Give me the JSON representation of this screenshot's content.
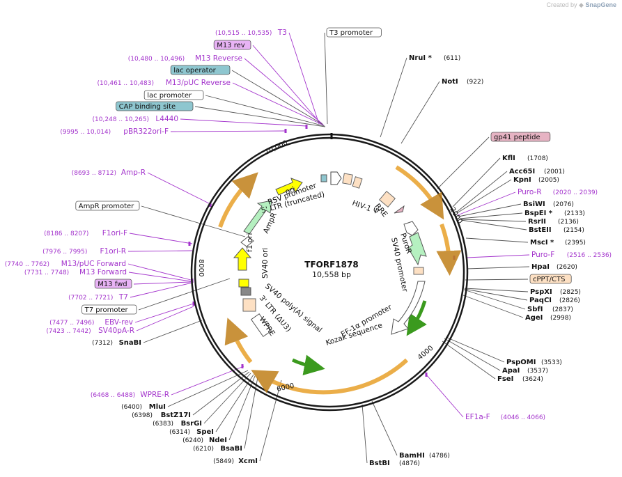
{
  "credit": {
    "text": "Created by",
    "brand": "SnapGene"
  },
  "plasmid": {
    "name": "TFORF1878",
    "size_label": "10,558 bp",
    "length": 10558
  },
  "ring_ticks": [
    "2000",
    "4000",
    "6000",
    "8000",
    "10,000"
  ],
  "features": [
    {
      "label": "RSV promoter",
      "kind": "promoter"
    },
    {
      "label": "5' LTR (truncated)",
      "kind": "ltr"
    },
    {
      "label": "HIV-1 Ψ",
      "kind": "misc"
    },
    {
      "label": "RRE",
      "kind": "misc"
    },
    {
      "label": "PuroR",
      "kind": "cds"
    },
    {
      "label": "SV40 promoter",
      "kind": "promoter"
    },
    {
      "label": "EF-1α promoter",
      "kind": "promoter"
    },
    {
      "label": "Kozak sequence",
      "kind": "misc"
    },
    {
      "label": "SV40 poly(A) signal",
      "kind": "terminator"
    },
    {
      "label": "3' LTR (ΔU3)",
      "kind": "ltr"
    },
    {
      "label": "WPRE",
      "kind": "misc"
    },
    {
      "label": "f1 ori",
      "kind": "ori"
    },
    {
      "label": "SV40 ori",
      "kind": "ori"
    },
    {
      "label": "AmpR",
      "kind": "cds"
    },
    {
      "label": "ori",
      "kind": "ori"
    }
  ],
  "left_labels": [
    {
      "pos": "(10,515 .. 10,535)",
      "name": "T3",
      "type": "primer"
    },
    {
      "pos": "",
      "name": "M13 rev",
      "type": "primer_box"
    },
    {
      "pos": "(10,480 .. 10,496)",
      "name": "M13 Reverse",
      "type": "primer"
    },
    {
      "pos": "",
      "name": "lac operator",
      "type": "blue_box"
    },
    {
      "pos": "(10,461 .. 10,483)",
      "name": "M13/pUC Reverse",
      "type": "primer"
    },
    {
      "pos": "",
      "name": "lac promoter",
      "type": "white_box"
    },
    {
      "pos": "",
      "name": "CAP binding site",
      "type": "blue_box"
    },
    {
      "pos": "(10,248 .. 10,265)",
      "name": "L4440",
      "type": "primer"
    },
    {
      "pos": "(9995 .. 10,014)",
      "name": "pBR322ori-F",
      "type": "primer"
    },
    {
      "pos": "(8693 .. 8712)",
      "name": "Amp-R",
      "type": "primer"
    },
    {
      "pos": "",
      "name": "AmpR promoter",
      "type": "white_box"
    },
    {
      "pos": "(8186 .. 8207)",
      "name": "F1ori-F",
      "type": "primer"
    },
    {
      "pos": "(7976 .. 7995)",
      "name": "F1ori-R",
      "type": "primer"
    },
    {
      "pos": "(7740 .. 7762)",
      "name": "M13/pUC Forward",
      "type": "primer"
    },
    {
      "pos": "(7731 .. 7748)",
      "name": "M13 Forward",
      "type": "primer"
    },
    {
      "pos": "",
      "name": "M13 fwd",
      "type": "primer_box"
    },
    {
      "pos": "(7702 .. 7721)",
      "name": "T7",
      "type": "primer"
    },
    {
      "pos": "",
      "name": "T7 promoter",
      "type": "white_box"
    },
    {
      "pos": "(7477 .. 7496)",
      "name": "EBV-rev",
      "type": "primer"
    },
    {
      "pos": "(7423 .. 7442)",
      "name": "SV40pA-R",
      "type": "primer"
    },
    {
      "pos": "(7312)",
      "name": "SnaBI",
      "type": "enzyme"
    },
    {
      "pos": "(6468 .. 6488)",
      "name": "WPRE-R",
      "type": "primer"
    },
    {
      "pos": "(6400)",
      "name": "MluI",
      "type": "enzyme"
    },
    {
      "pos": "(6398)",
      "name": "BstZ17I",
      "type": "enzyme"
    },
    {
      "pos": "(6383)",
      "name": "BsrGI",
      "type": "enzyme"
    },
    {
      "pos": "(6314)",
      "name": "SpeI",
      "type": "enzyme"
    },
    {
      "pos": "(6240)",
      "name": "NdeI",
      "type": "enzyme"
    },
    {
      "pos": "(6210)",
      "name": "BsaBI",
      "type": "enzyme"
    },
    {
      "pos": "(5849)",
      "name": "XcmI",
      "type": "enzyme"
    }
  ],
  "right_labels": [
    {
      "name": "T3 promoter",
      "pos": "",
      "type": "white_box"
    },
    {
      "name": "NruI *",
      "pos": "(611)",
      "type": "enzyme"
    },
    {
      "name": "NotI",
      "pos": "(922)",
      "type": "enzyme"
    },
    {
      "name": "gp41 peptide",
      "pos": "",
      "type": "pink_box"
    },
    {
      "name": "KflI",
      "pos": "(1708)",
      "type": "enzyme"
    },
    {
      "name": "Acc65I",
      "pos": "(2001)",
      "type": "enzyme"
    },
    {
      "name": "KpnI",
      "pos": "(2005)",
      "type": "enzyme"
    },
    {
      "name": "Puro-R",
      "pos": "(2020 .. 2039)",
      "type": "primer"
    },
    {
      "name": "BsiWI",
      "pos": "(2076)",
      "type": "enzyme"
    },
    {
      "name": "BspEI *",
      "pos": "(2133)",
      "type": "enzyme"
    },
    {
      "name": "RsrII",
      "pos": "(2136)",
      "type": "enzyme"
    },
    {
      "name": "BstEII",
      "pos": "(2154)",
      "type": "enzyme"
    },
    {
      "name": "MscI *",
      "pos": "(2395)",
      "type": "enzyme"
    },
    {
      "name": "Puro-F",
      "pos": "(2516 .. 2536)",
      "type": "primer"
    },
    {
      "name": "HpaI",
      "pos": "(2620)",
      "type": "enzyme"
    },
    {
      "name": "cPPT/CTS",
      "pos": "",
      "type": "orange_box"
    },
    {
      "name": "PspXI",
      "pos": "(2825)",
      "type": "enzyme"
    },
    {
      "name": "PaqCI",
      "pos": "(2826)",
      "type": "enzyme"
    },
    {
      "name": "SbfI",
      "pos": "(2837)",
      "type": "enzyme"
    },
    {
      "name": "AgeI",
      "pos": "(2998)",
      "type": "enzyme"
    },
    {
      "name": "PspOMI",
      "pos": "(3533)",
      "type": "enzyme"
    },
    {
      "name": "ApaI",
      "pos": "(3537)",
      "type": "enzyme"
    },
    {
      "name": "FseI",
      "pos": "(3624)",
      "type": "enzyme"
    },
    {
      "name": "EF1a-F",
      "pos": "(4046 .. 4066)",
      "type": "primer"
    },
    {
      "name": "BamHI",
      "pos": "(4786)",
      "type": "enzyme"
    },
    {
      "name": "BstBI",
      "pos": "(4876)",
      "type": "enzyme"
    }
  ],
  "colors": {
    "primer": "#a333cc",
    "enzyme": "#000000",
    "orf": "#e8a02a",
    "ori_yellow": "#ffff00",
    "cds_green": "#b5f0c0",
    "blue_box": "#8ec6cf",
    "pink_box": "#e6b3c3",
    "orange_box": "#fde0c3",
    "primer_box": "#e8b3f5"
  }
}
